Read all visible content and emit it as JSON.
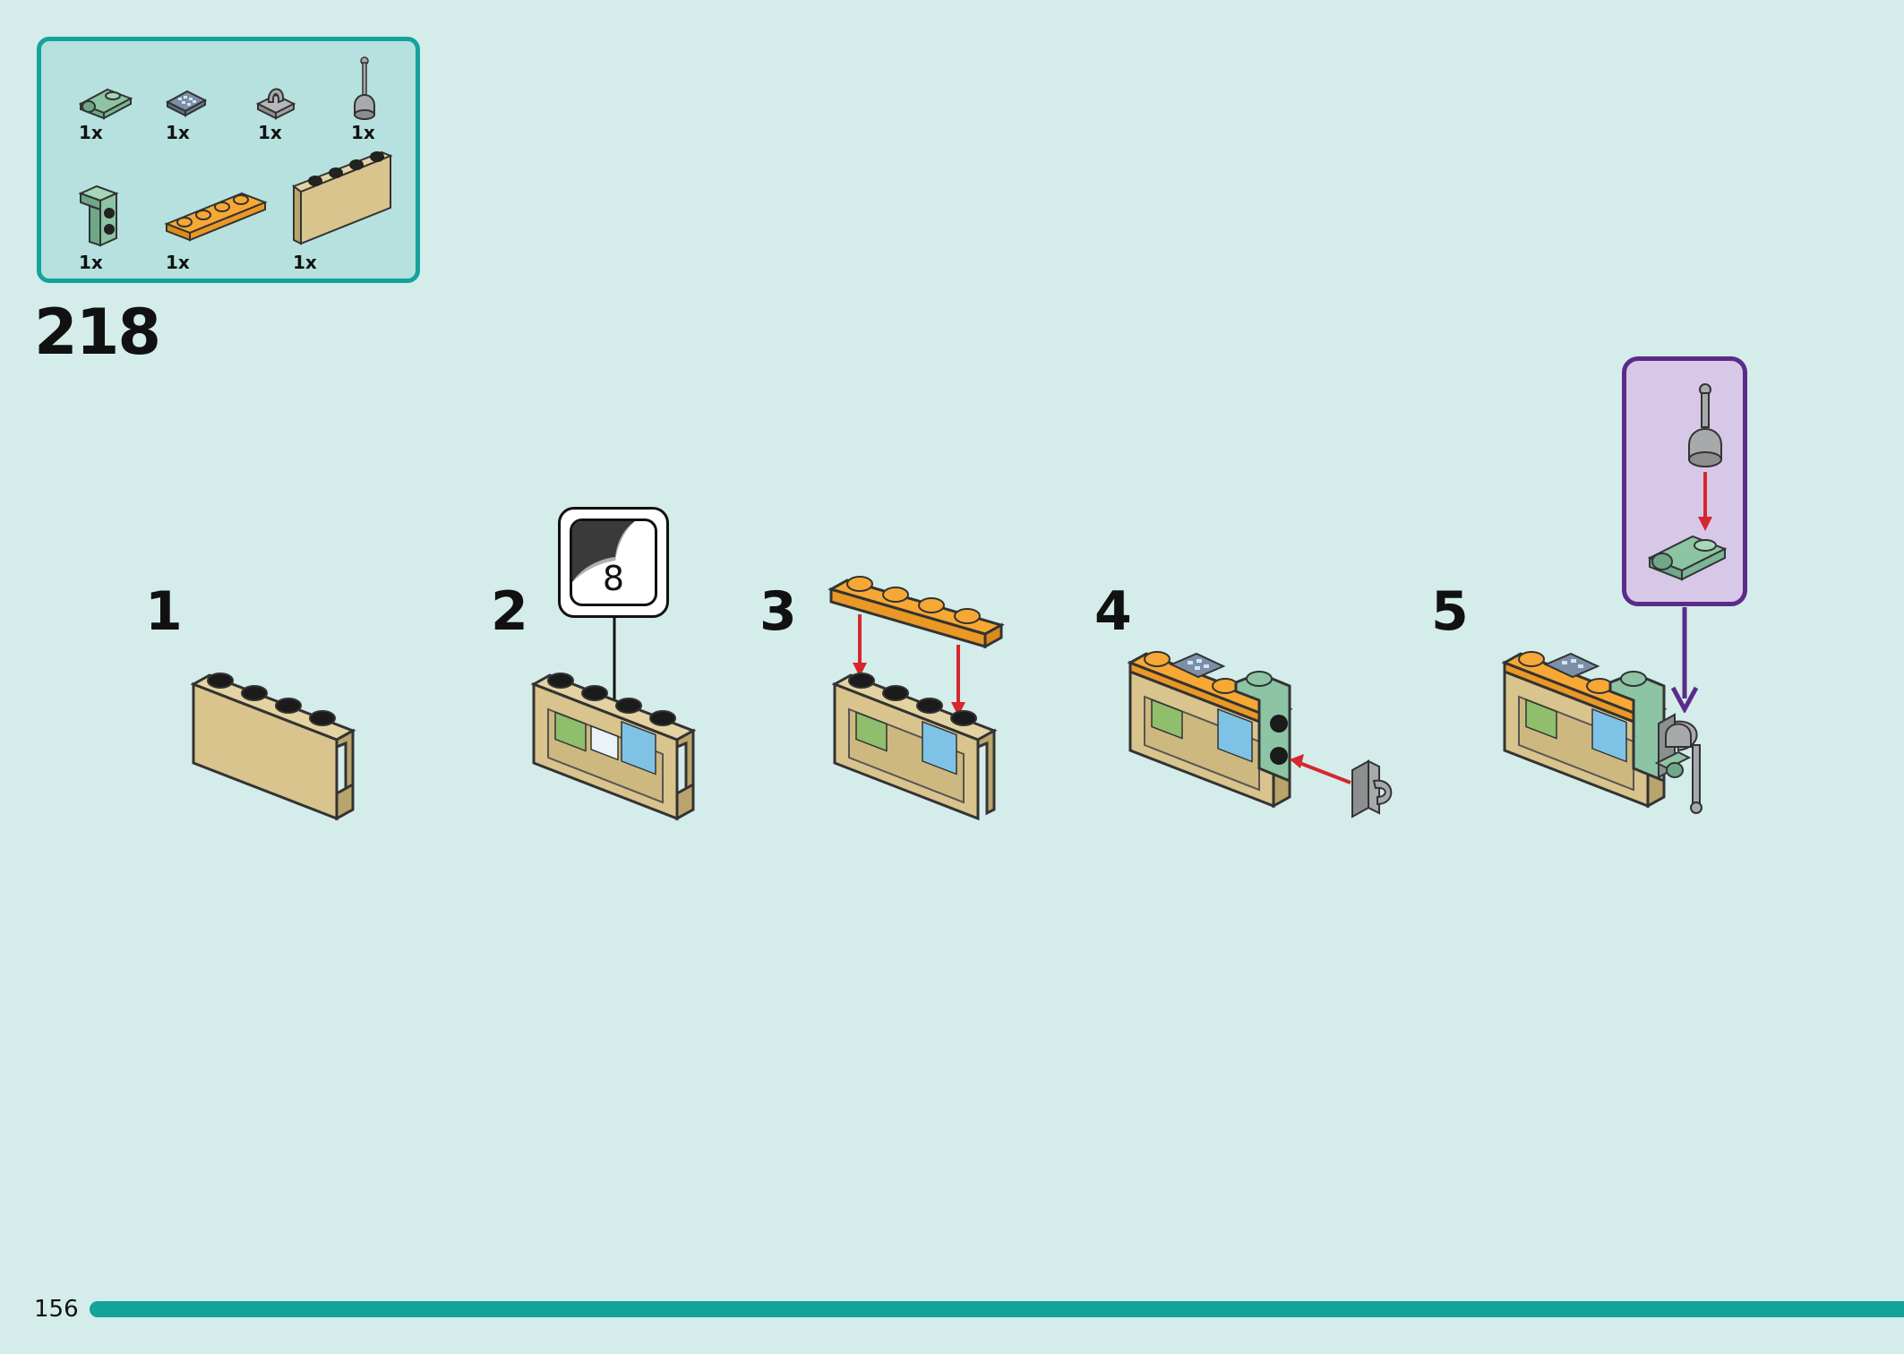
{
  "colors": {
    "page_background": "#d4ecea",
    "parts_box_border": "#14a39a",
    "parts_box_fill": "#b6e1de",
    "sub_assembly_border": "#5b2b8a",
    "sub_assembly_fill": "#d6c8e6",
    "arrow_red": "#d7262e",
    "arrow_purple": "#5b2b8a",
    "brick_tan": "#d8c48c",
    "brick_orange": "#f7a834",
    "brick_sand_green": "#8cc4a4",
    "brick_grey": "#a7a9ab",
    "progress_fill": "#12a39a"
  },
  "parts_list": [
    {
      "icon": "sand-green-clip-plate-icon",
      "qty": "1x"
    },
    {
      "icon": "printed-keypad-tile-icon",
      "qty": "1x"
    },
    {
      "icon": "grey-clip-icon",
      "qty": "1x"
    },
    {
      "icon": "grey-antenna-icon",
      "qty": "1x"
    },
    {
      "icon": "sand-green-bracket-icon",
      "qty": "1x"
    },
    {
      "icon": "orange-plate-1x4-icon",
      "qty": "1x"
    },
    {
      "icon": "tan-panel-1x4-icon",
      "qty": "1x"
    }
  ],
  "page_step": "218",
  "sub_steps": [
    {
      "number": "1"
    },
    {
      "number": "2",
      "sticker": "8"
    },
    {
      "number": "3"
    },
    {
      "number": "4"
    },
    {
      "number": "5"
    }
  ],
  "footer": {
    "page_number": "156",
    "progress": 1.0
  }
}
